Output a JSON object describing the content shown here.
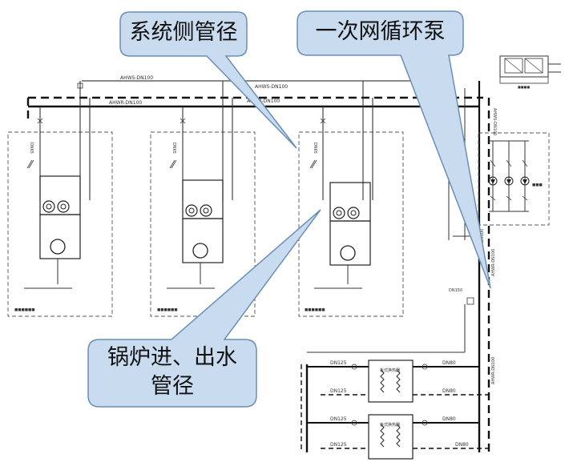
{
  "callouts": {
    "system_pipe": "系统侧管径",
    "primary_pump": "一次网循环泵",
    "boiler_pipe_line1": "锅炉进、出水",
    "boiler_pipe_line2": "管径"
  },
  "pipe_labels": {
    "supply_main": "AHWS-DN100",
    "supply_main_mid": "AHWS-DN100",
    "return_main": "AHWR-DN100",
    "return_main_mid": "AHWR-DN100",
    "branch_1": "DN65",
    "branch_2": "DN65",
    "branch_3": "DN65",
    "vertical_right_1": "AHWS-DN100",
    "vertical_right_2": "AHWR-DN100",
    "vertical_mid_1": "AHWS-DN100",
    "vertical_mid_2": "AHWR-DN100",
    "vertical_low": "AHWR-DN100",
    "dn150": "DN150",
    "hx1_in": "DN125",
    "hx1_out_top": "DN80",
    "hx1_mid": "DN125",
    "hx1_out_mid": "DN80",
    "hx2_in": "DN125",
    "hx2_out_top": "DN80",
    "hx2_mid": "DN125",
    "hx2_out_bottom": "DN80",
    "hx_label_1": "板式换热器",
    "hx_label_2": "板式换热器"
  }
}
